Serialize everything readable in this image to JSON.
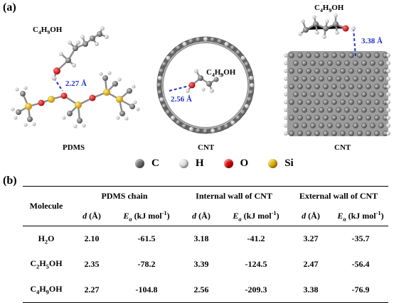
{
  "panels": {
    "a": "(a)",
    "b": "(b)"
  },
  "structures": [
    {
      "name": "PDMS",
      "molecule": "C4H9OH",
      "distance": "2.27 Å"
    },
    {
      "name": "CNT",
      "molecule": "C4H9OH",
      "distance": "2.56 Å"
    },
    {
      "name": "CNT",
      "molecule": "C4H9OH",
      "distance": "3.38 Å"
    }
  ],
  "legend": [
    {
      "symbol": "C",
      "color": "#6e6e6e"
    },
    {
      "symbol": "H",
      "color": "#e4e4e4"
    },
    {
      "symbol": "O",
      "color": "#e00000"
    },
    {
      "symbol": "Si",
      "color": "#e6b400"
    }
  ],
  "table": {
    "molecule_header": "Molecule",
    "groups": [
      "PDMS chain",
      "Internal wall of CNT",
      "External wall of CNT"
    ],
    "d_header": "d (Å)",
    "e_header": "Ea (kJ mol-1)",
    "rows": [
      {
        "molecule": "H2O",
        "values": [
          "2.10",
          "-61.5",
          "3.18",
          "-41.2",
          "3.27",
          "-35.7"
        ]
      },
      {
        "molecule": "C2H5OH",
        "values": [
          "2.35",
          "-78.2",
          "3.39",
          "-124.5",
          "2.47",
          "-56.4"
        ]
      },
      {
        "molecule": "C4H9OH",
        "values": [
          "2.27",
          "-104.8",
          "2.56",
          "-209.3",
          "3.38",
          "-76.9"
        ]
      }
    ]
  }
}
